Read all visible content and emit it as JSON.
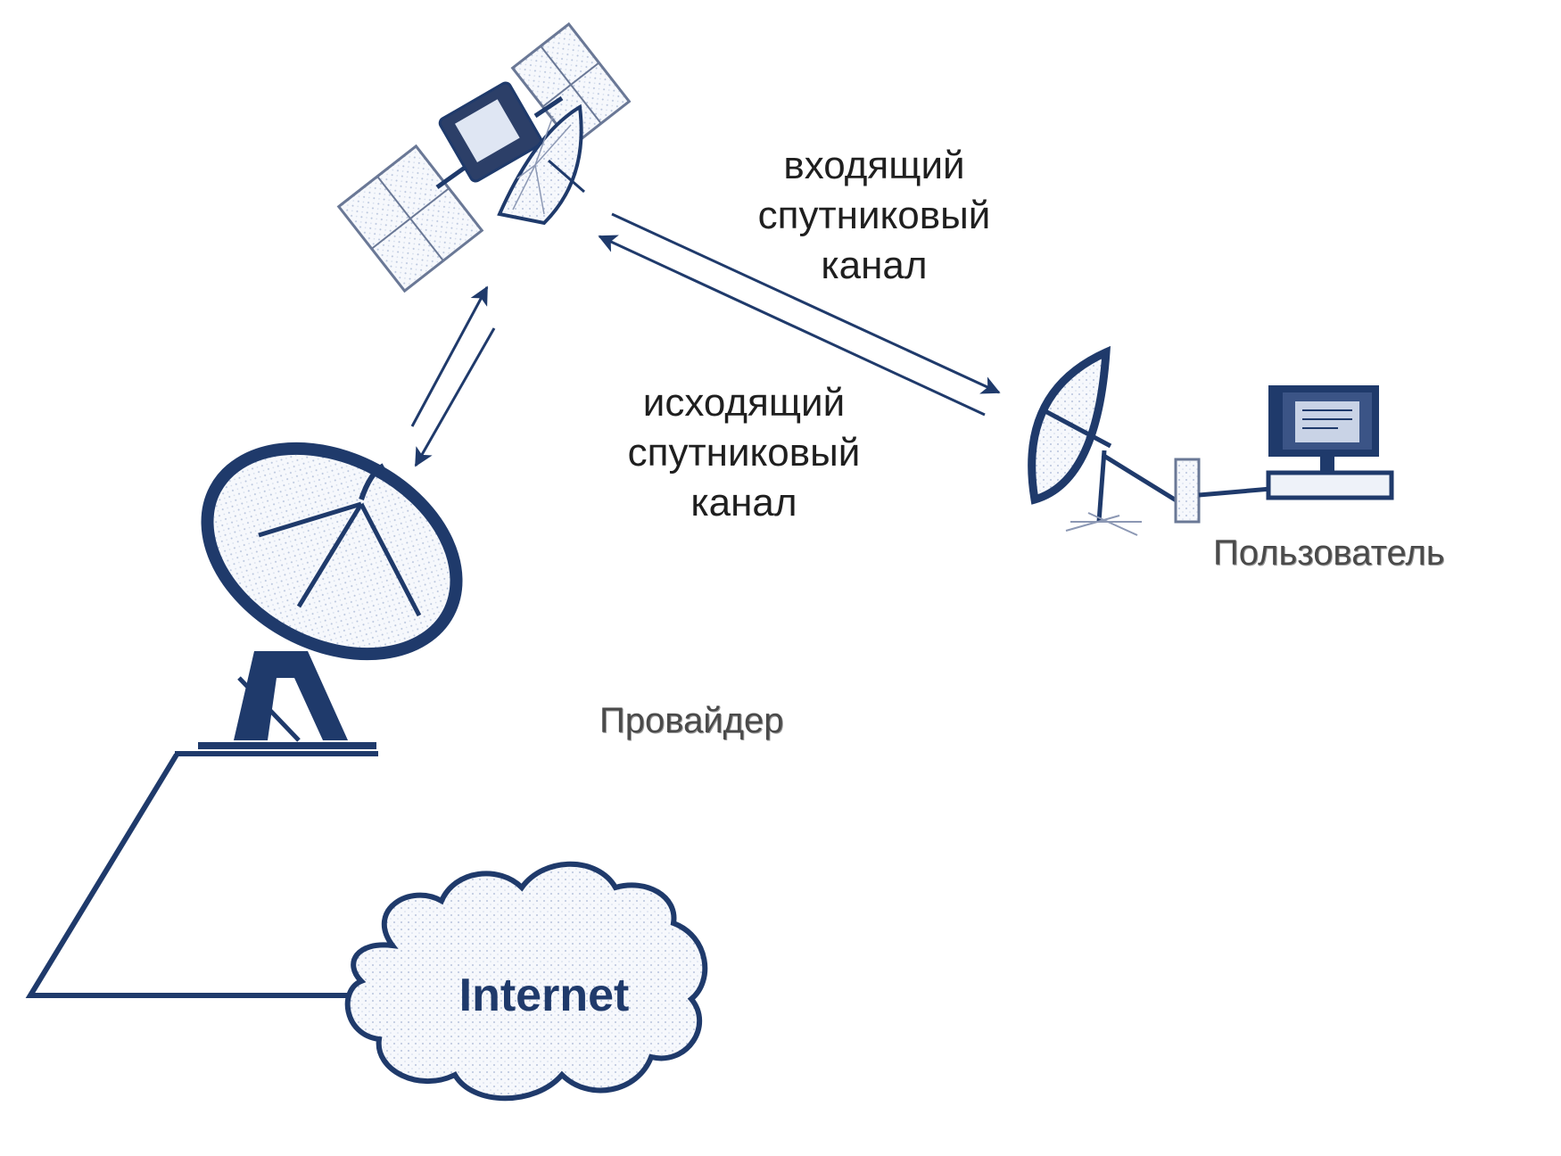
{
  "labels": {
    "incoming_channel": [
      "входящий",
      "спутниковый",
      "канал"
    ],
    "outgoing_channel": [
      "исходящий",
      "спутниковый",
      "канал"
    ],
    "user": "Пользователь",
    "provider": "Провайдер",
    "internet": "Internet"
  },
  "icons": {
    "satellite": "satellite-icon",
    "provider_dish": "satellite-dish-icon",
    "user_dish": "satellite-dish-icon",
    "modem": "modem-icon",
    "computer": "computer-icon",
    "cloud": "cloud-icon"
  },
  "colors": {
    "line": "#1f3a6b",
    "fill": "#eef2f9",
    "text": "#1f1f1f",
    "node_text": "#4a4a4a"
  }
}
